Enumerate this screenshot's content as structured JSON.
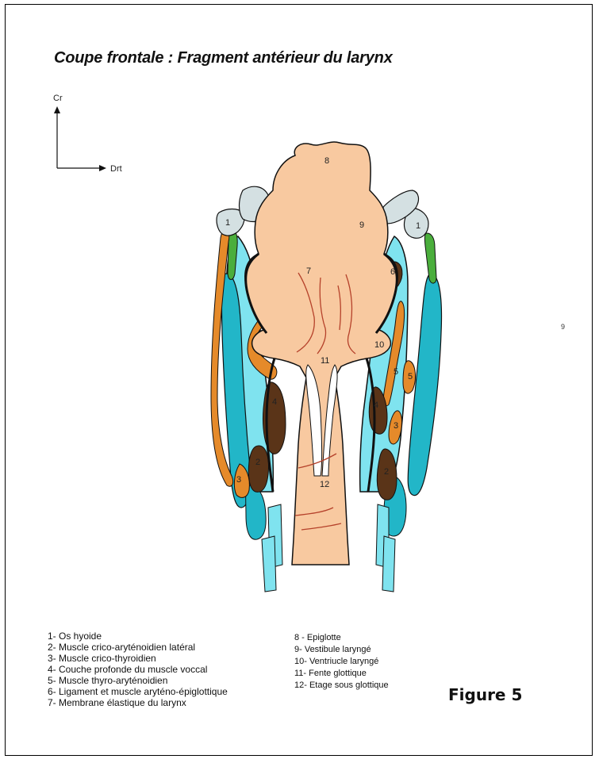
{
  "title": "Coupe frontale : Fragment antérieur du larynx",
  "axes": {
    "vertical": "Cr",
    "horizontal": "Drt"
  },
  "labels": {
    "n1": "1",
    "n2": "2",
    "n3": "3",
    "n4": "4",
    "n5": "5",
    "n6": "6",
    "n7": "7",
    "n8": "8",
    "n9": "9",
    "n10": "10",
    "n11": "11",
    "n12": "12"
  },
  "stray_label": "9",
  "legend_left": [
    "1- Os hyoide",
    "2- Muscle crico-aryténoidien latéral",
    "3- Muscle crico-thyroidien",
    "4- Couche profonde du muscle voccal",
    "5- Muscle thyro-aryténoidien",
    "6- Ligament et muscle aryténo-épiglottique",
    "7- Membrane élastique du larynx"
  ],
  "legend_right": [
    "8 - Epiglotte",
    "9-  Vestibule laryngé",
    "10- Ventriucle laryngé",
    "11- Fente glottique",
    "12- Etage sous glottique"
  ],
  "figure_label": "Figure 5",
  "colors": {
    "peach": "#f8c9a0",
    "cyan": "#7fe3ef",
    "cyan_dark": "#22b6c8",
    "orange": "#e58a2a",
    "brown": "#5a3418",
    "green": "#4aae3c",
    "bone": "#d4e0e2",
    "vein": "#b5412a"
  }
}
